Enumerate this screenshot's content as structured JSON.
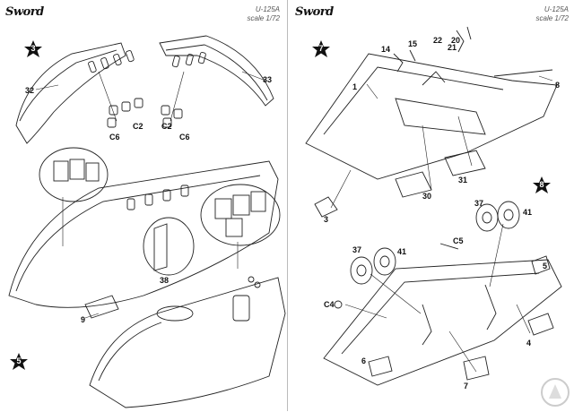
{
  "left_page": {
    "brand": "Sword",
    "model": "U-125A",
    "scale": "scale 1/72",
    "steps": [
      "3",
      "5"
    ],
    "callouts": {
      "c32": "32",
      "c33": "33",
      "c6a": "C6",
      "c2a": "C2",
      "c2b": "C2",
      "c6b": "C6",
      "c9": "9",
      "c38": "38"
    }
  },
  "right_page": {
    "brand": "Sword",
    "model": "U-125A",
    "scale": "scale 1/72",
    "steps": [
      "7",
      "8"
    ],
    "callouts": {
      "c14": "14",
      "c15": "15",
      "c22": "22",
      "c20": "20",
      "c1": "1",
      "c8": "8",
      "c21": "21",
      "c30": "30",
      "c31": "31",
      "c3": "3",
      "c37a": "37",
      "c41a": "41",
      "c5_top": "C5",
      "c37b": "37",
      "c41b": "41",
      "c5": "5",
      "c4": "C4",
      "c4b": "4",
      "c6": "6",
      "c7": "7"
    }
  }
}
